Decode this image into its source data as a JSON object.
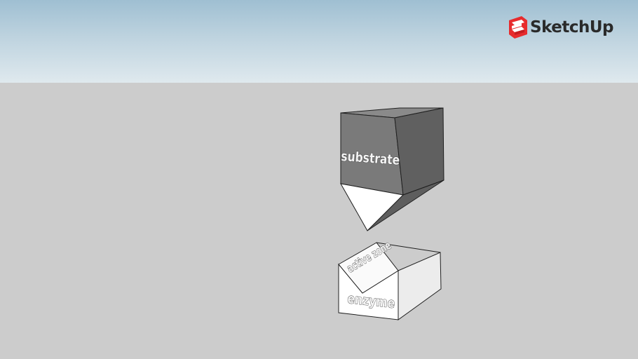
{
  "brand": {
    "name": "SketchUp",
    "icon": "sketchup-logo-icon",
    "accent": "#e72b2d"
  },
  "scene": {
    "sky_color": "#b6cddb",
    "ground_color": "#cccccc",
    "substrate": {
      "label": "substrate",
      "face_color": "#7a7a7a",
      "point_color": "#ffffff"
    },
    "enzyme": {
      "label": "enzyme",
      "active_site_label": "active zone",
      "face_color": "#ffffff"
    }
  }
}
